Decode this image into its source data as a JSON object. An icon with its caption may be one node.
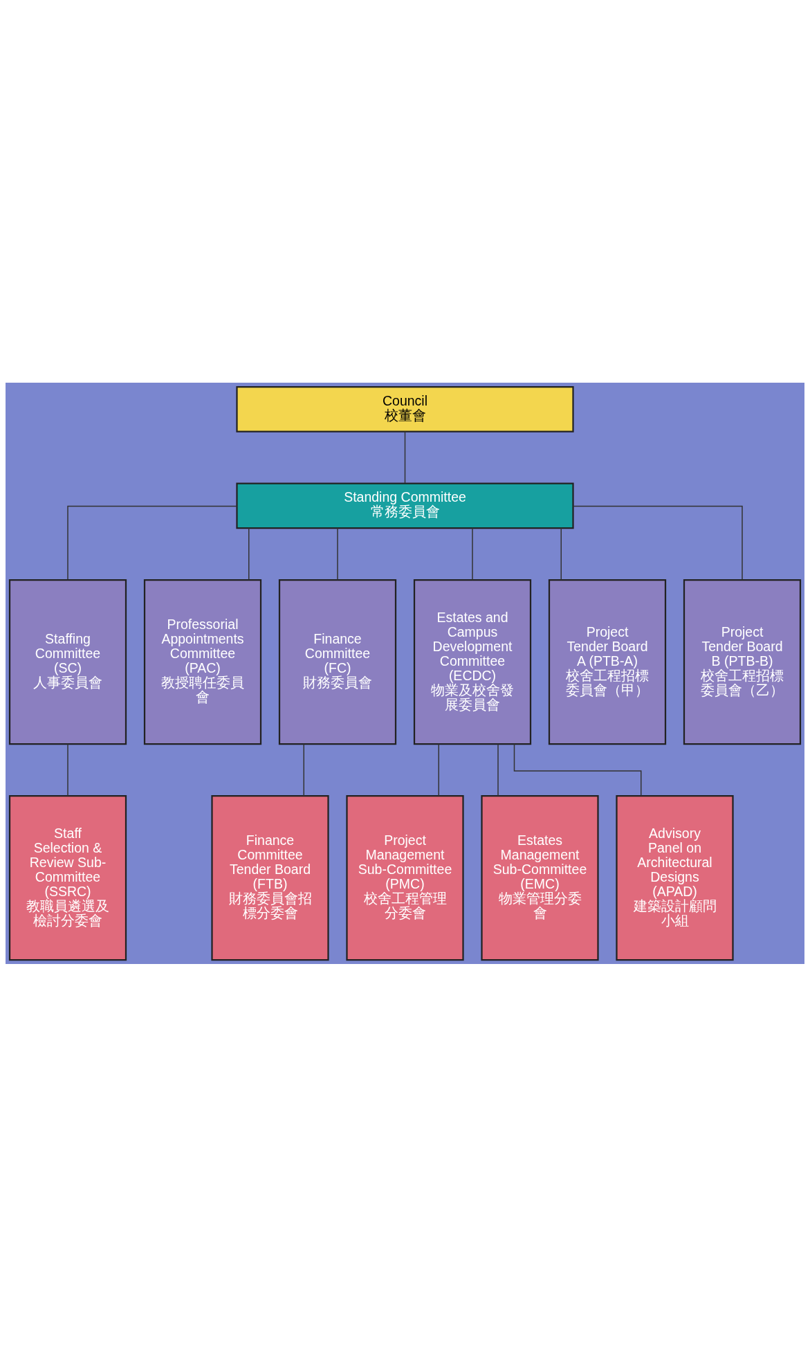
{
  "diagram": {
    "nodes": [
      {
        "text": [
          "Council",
          "校董會"
        ]
      },
      {
        "text": [
          "Standing Committee",
          "常務委員會"
        ]
      },
      {
        "text": [
          "Staffing Committee (SC)",
          "人事委員會"
        ]
      },
      {
        "text": [
          "Professorial Appointments Committee (PAC)",
          "教授聘任委員會"
        ]
      },
      {
        "text": [
          "Finance Committee (FC)",
          "財務委員會"
        ]
      },
      {
        "text": [
          "Estates and Campus Development Committee (ECDC)",
          "物業及校舍發展委員會"
        ]
      },
      {
        "text": [
          "Project Tender Board A (PTB-A)",
          "校舍工程招標委員會（甲）"
        ]
      },
      {
        "text": [
          "Project Tender Board B (PTB-B)",
          "校舍工程招標委員會（乙）"
        ]
      },
      {
        "text": [
          "Staff Selection & Review Sub-Committee (SSRC)",
          "教職員遴選及檢討分委會"
        ]
      },
      {
        "text": [
          "Finance Committee Tender Board (FTB)",
          "財務委員會招標分委會"
        ]
      },
      {
        "text": [
          "Project Management Sub-Committee (PMC)",
          "校舍工程管理分委會"
        ]
      },
      {
        "text": [
          "Estates Management Sub-Committee (EMC)",
          "物業管理分委會"
        ]
      },
      {
        "text": [
          "Advisory Panel on Architectural Designs (APAD)",
          "建築設計顧問小組"
        ]
      }
    ],
    "edges": [
      {
        "from": 0,
        "to": 1,
        "arrow": "none"
      },
      {
        "from": 1,
        "to": 2,
        "arrow": "none"
      },
      {
        "from": 1,
        "to": 3,
        "arrow": "none"
      },
      {
        "from": 1,
        "to": 4,
        "arrow": "none"
      },
      {
        "from": 1,
        "to": 5,
        "arrow": "none"
      },
      {
        "from": 1,
        "to": 6,
        "arrow": "none"
      },
      {
        "from": 1,
        "to": 7,
        "arrow": "none"
      },
      {
        "from": 2,
        "to": 8,
        "arrow": "none"
      },
      {
        "from": 4,
        "to": 9,
        "arrow": "none"
      },
      {
        "from": 5,
        "to": 10,
        "arrow": "none"
      },
      {
        "from": 5,
        "to": 11,
        "arrow": "none"
      },
      {
        "from": 5,
        "to": 12,
        "arrow": "none"
      }
    ]
  }
}
